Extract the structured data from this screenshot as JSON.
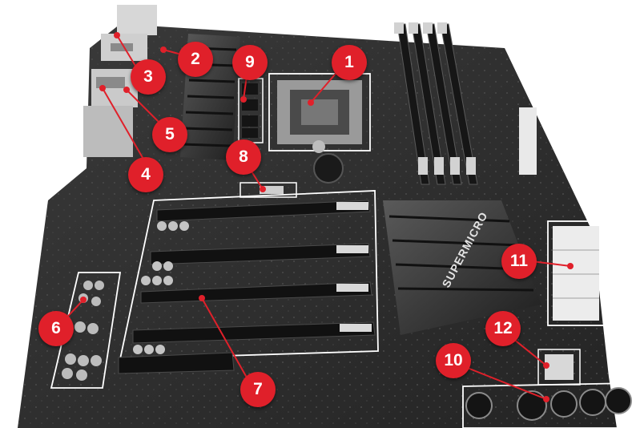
{
  "colors": {
    "board": "#2e2e2e",
    "board_dark": "#1c1c1c",
    "outline": "#ffffff",
    "callout": "#e0202a",
    "callout_text": "#ffffff"
  },
  "brand_text": "SUPERMICRO",
  "callouts": [
    {
      "id": "1",
      "label": "1"
    },
    {
      "id": "2",
      "label": "2"
    },
    {
      "id": "3",
      "label": "3"
    },
    {
      "id": "4",
      "label": "4"
    },
    {
      "id": "5",
      "label": "5"
    },
    {
      "id": "6",
      "label": "6"
    },
    {
      "id": "7",
      "label": "7"
    },
    {
      "id": "8",
      "label": "8"
    },
    {
      "id": "9",
      "label": "9"
    },
    {
      "id": "10",
      "label": "10"
    },
    {
      "id": "11",
      "label": "11"
    },
    {
      "id": "12",
      "label": "12"
    }
  ]
}
